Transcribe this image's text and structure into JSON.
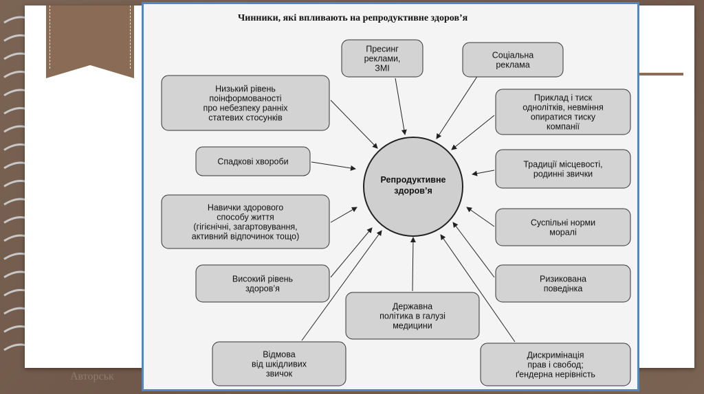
{
  "slide": {
    "footer_text": "Авторськ"
  },
  "diagram": {
    "title": "Чинники, які впливають на репродуктивне здоров’я",
    "center": [
      "Репродуктивне",
      "здоров’я"
    ],
    "nodes": [
      {
        "id": "media-ads",
        "lines": [
          "Пресинг",
          "реклами,",
          "ЗМІ"
        ]
      },
      {
        "id": "social-ads",
        "lines": [
          "Соціальна",
          "реклама"
        ]
      },
      {
        "id": "low-awareness",
        "lines": [
          "Низький рівень",
          "поінформованості",
          "про небезпеку ранніх",
          "статевих стосунків"
        ]
      },
      {
        "id": "peer-pressure",
        "lines": [
          "Приклад і тиск",
          "однолітків, невміння",
          "опиратися тиску",
          "компанії"
        ]
      },
      {
        "id": "hereditary",
        "lines": [
          "Спадкові хвороби"
        ]
      },
      {
        "id": "traditions",
        "lines": [
          "Традиції місцевості,",
          "родинні звички"
        ]
      },
      {
        "id": "healthy-skills",
        "lines": [
          "Навички здорового",
          "способу життя",
          "(гігієнічні, загартовування,",
          "активний відпочинок тощо)"
        ]
      },
      {
        "id": "social-norms",
        "lines": [
          "Суспільні норми",
          "моралі"
        ]
      },
      {
        "id": "high-health",
        "lines": [
          "Високий рівень",
          "здоров’я"
        ]
      },
      {
        "id": "risky-behavior",
        "lines": [
          "Ризикована",
          "поведінка"
        ]
      },
      {
        "id": "state-policy",
        "lines": [
          "Державна",
          "політика в галузі",
          "медицини"
        ]
      },
      {
        "id": "quit-habits",
        "lines": [
          "Відмова",
          "від шкідливих",
          "звичок"
        ]
      },
      {
        "id": "discrimination",
        "lines": [
          "Дискримінація",
          "прав і свобод;",
          "ґендерна нерівність"
        ]
      }
    ]
  }
}
